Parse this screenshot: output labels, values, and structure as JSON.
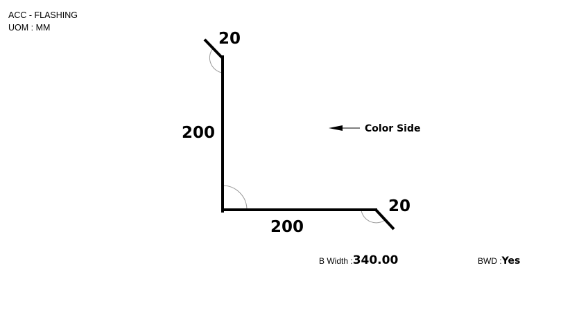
{
  "header": {
    "title": "ACC - FLASHING",
    "uom": "UOM : MM"
  },
  "profile": {
    "segments": [
      {
        "id": "top-lip",
        "length": "20"
      },
      {
        "id": "vertical",
        "length": "200"
      },
      {
        "id": "horizontal",
        "length": "200"
      },
      {
        "id": "end-lip",
        "length": "20"
      }
    ],
    "color_side_label": "Color Side"
  },
  "specs": {
    "b_width_label": "B Width :",
    "b_width_value": "340.00",
    "bwd_label": "BWD :",
    "bwd_value": "Yes"
  },
  "colors": {
    "line": "#000000",
    "angle_arc": "#999999",
    "arrow": "#000000",
    "background": "#ffffff"
  }
}
